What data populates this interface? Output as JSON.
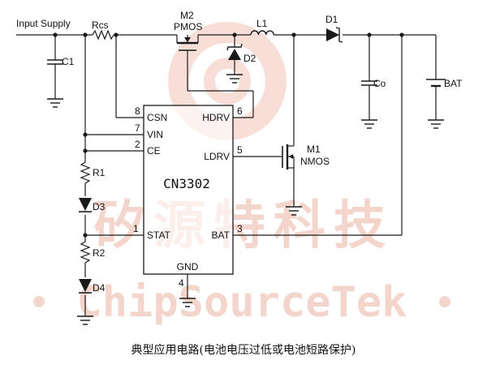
{
  "watermark": {
    "cn_text": "矽源特科技",
    "en_text": "ChipSourceTek",
    "color": "#f4d5cc"
  },
  "chip": {
    "name": "CN3302",
    "pins": [
      {
        "num": "8",
        "name": "CSN"
      },
      {
        "num": "7",
        "name": "VIN"
      },
      {
        "num": "2",
        "name": "CE"
      },
      {
        "num": "1",
        "name": "STAT"
      },
      {
        "num": "6",
        "name": "HDRV"
      },
      {
        "num": "5",
        "name": "LDRV"
      },
      {
        "num": "3",
        "name": "BAT"
      },
      {
        "num": "4",
        "name": "GND"
      }
    ]
  },
  "labels": {
    "input_supply": "Input Supply",
    "rcs": "Rcs",
    "m2": "M2",
    "pmos": "PMOS",
    "l1": "L1",
    "d1": "D1",
    "d2": "D2",
    "c1": "C1",
    "co": "Co",
    "bat_terminal": "BAT",
    "m1": "M1",
    "nmos": "NMOS",
    "r1": "R1",
    "d3": "D3",
    "r2": "R2",
    "d4": "D4"
  },
  "caption": "典型应用电路(电池电压过低或电池短路保护)",
  "colors": {
    "line": "#1a1a1a"
  }
}
